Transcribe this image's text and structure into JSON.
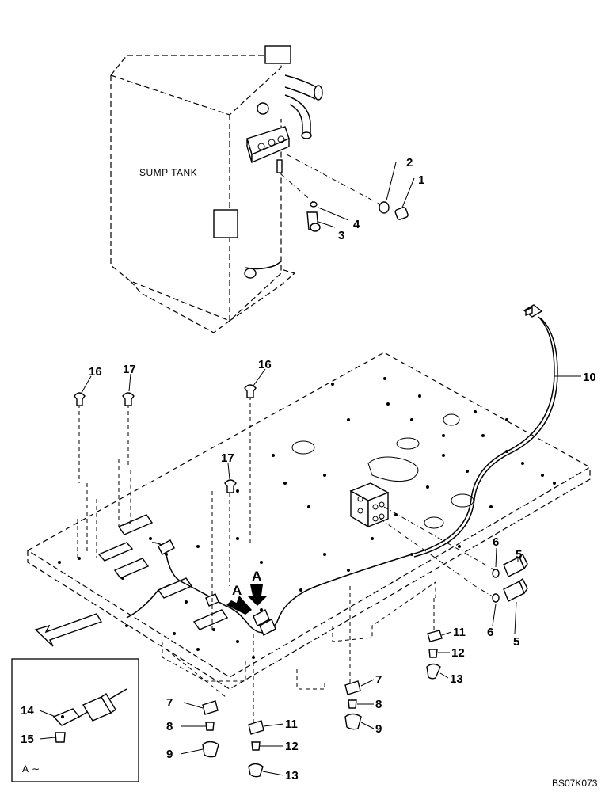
{
  "diagram": {
    "tank_label": "SUMP TANK",
    "detail_label": "A",
    "detail_tilde": "∼",
    "view_arrows": [
      "A",
      "A"
    ],
    "drawing_code": "BS07K073",
    "callouts": [
      {
        "id": "c1",
        "text": "1"
      },
      {
        "id": "c2",
        "text": "2"
      },
      {
        "id": "c3",
        "text": "3"
      },
      {
        "id": "c4",
        "text": "4"
      },
      {
        "id": "c5a",
        "text": "5"
      },
      {
        "id": "c5b",
        "text": "5"
      },
      {
        "id": "c6a",
        "text": "6"
      },
      {
        "id": "c6b",
        "text": "6"
      },
      {
        "id": "c7a",
        "text": "7"
      },
      {
        "id": "c7b",
        "text": "7"
      },
      {
        "id": "c8a",
        "text": "8"
      },
      {
        "id": "c8b",
        "text": "8"
      },
      {
        "id": "c9a",
        "text": "9"
      },
      {
        "id": "c9b",
        "text": "9"
      },
      {
        "id": "c10",
        "text": "10"
      },
      {
        "id": "c11a",
        "text": "11"
      },
      {
        "id": "c11b",
        "text": "11"
      },
      {
        "id": "c12a",
        "text": "12"
      },
      {
        "id": "c12b",
        "text": "12"
      },
      {
        "id": "c13a",
        "text": "13"
      },
      {
        "id": "c13b",
        "text": "13"
      },
      {
        "id": "c14",
        "text": "14"
      },
      {
        "id": "c15",
        "text": "15"
      },
      {
        "id": "c16a",
        "text": "16"
      },
      {
        "id": "c16b",
        "text": "16"
      },
      {
        "id": "c17a",
        "text": "17"
      },
      {
        "id": "c17b",
        "text": "17"
      }
    ]
  }
}
